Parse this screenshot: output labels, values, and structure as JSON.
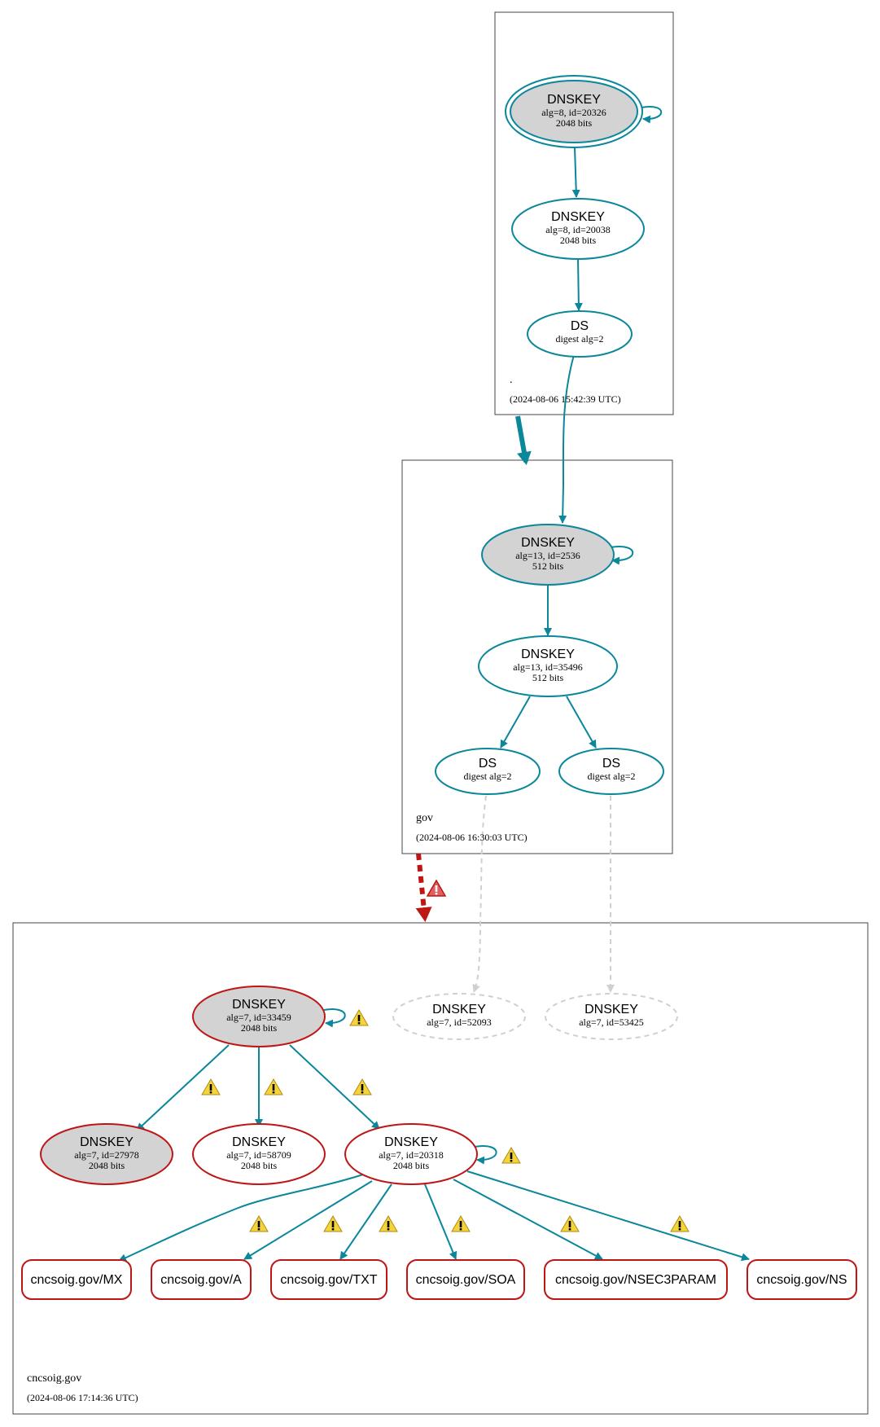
{
  "colors": {
    "secure": "#0a879a",
    "bogus": "#be1515",
    "insecure_missing": "#d0d0d0",
    "ksk_fill": "#d3d3d3",
    "warning": "#f5d33a"
  },
  "zones": {
    "root": {
      "name": ".",
      "timestamp": "(2024-08-06 15:42:39 UTC)"
    },
    "gov": {
      "name": "gov",
      "timestamp": "(2024-08-06 16:30:03 UTC)"
    },
    "cncsoig": {
      "name": "cncsoig.gov",
      "timestamp": "(2024-08-06 17:14:36 UTC)"
    }
  },
  "nodes": {
    "root_ksk": {
      "title": "DNSKEY",
      "line1": "alg=8, id=20326",
      "line2": "2048 bits"
    },
    "root_zsk": {
      "title": "DNSKEY",
      "line1": "alg=8, id=20038",
      "line2": "2048 bits"
    },
    "root_ds": {
      "title": "DS",
      "line1": "digest alg=2"
    },
    "gov_ksk": {
      "title": "DNSKEY",
      "line1": "alg=13, id=2536",
      "line2": "512 bits"
    },
    "gov_zsk": {
      "title": "DNSKEY",
      "line1": "alg=13, id=35496",
      "line2": "512 bits"
    },
    "gov_ds1": {
      "title": "DS",
      "line1": "digest alg=2"
    },
    "gov_ds2": {
      "title": "DS",
      "line1": "digest alg=2"
    },
    "c_ksk": {
      "title": "DNSKEY",
      "line1": "alg=7, id=33459",
      "line2": "2048 bits"
    },
    "c_missing1": {
      "title": "DNSKEY",
      "line1": "alg=7, id=52093"
    },
    "c_missing2": {
      "title": "DNSKEY",
      "line1": "alg=7, id=53425"
    },
    "c_key27978": {
      "title": "DNSKEY",
      "line1": "alg=7, id=27978",
      "line2": "2048 bits"
    },
    "c_key58709": {
      "title": "DNSKEY",
      "line1": "alg=7, id=58709",
      "line2": "2048 bits"
    },
    "c_zsk": {
      "title": "DNSKEY",
      "line1": "alg=7, id=20318",
      "line2": "2048 bits"
    }
  },
  "records": {
    "mx": "cncsoig.gov/MX",
    "a": "cncsoig.gov/A",
    "txt": "cncsoig.gov/TXT",
    "soa": "cncsoig.gov/SOA",
    "nsec3param": "cncsoig.gov/NSEC3PARAM",
    "ns": "cncsoig.gov/NS"
  },
  "icons": {
    "warning": "warning-icon",
    "error": "error-icon"
  }
}
